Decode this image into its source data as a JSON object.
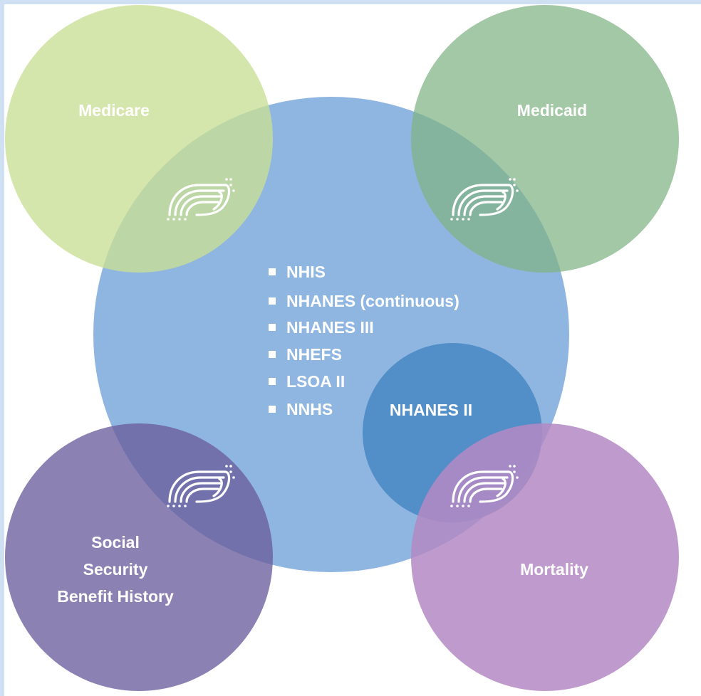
{
  "diagram": {
    "outer_circles": {
      "medicare": {
        "label": "Medicare",
        "color": "#cfe3a5"
      },
      "medicaid": {
        "label": "Medicaid",
        "color": "#8fbd91"
      },
      "ssbh": {
        "label_lines": [
          "Social",
          "Security",
          "Benefit History"
        ],
        "color": "#7a73aa"
      },
      "mortality": {
        "label": "Mortality",
        "color": "#b98fc6"
      }
    },
    "center_circle": {
      "color": "#8fb6e0",
      "surveys": [
        "NHIS",
        "NHANES (continuous)",
        "NHANES III",
        "NHEFS",
        "LSOA II",
        "NNHS"
      ]
    },
    "inner_circle": {
      "label": "NHANES II",
      "color": "#4f8cc6"
    },
    "link_icon": "nchs-linkage-logo-icon"
  }
}
